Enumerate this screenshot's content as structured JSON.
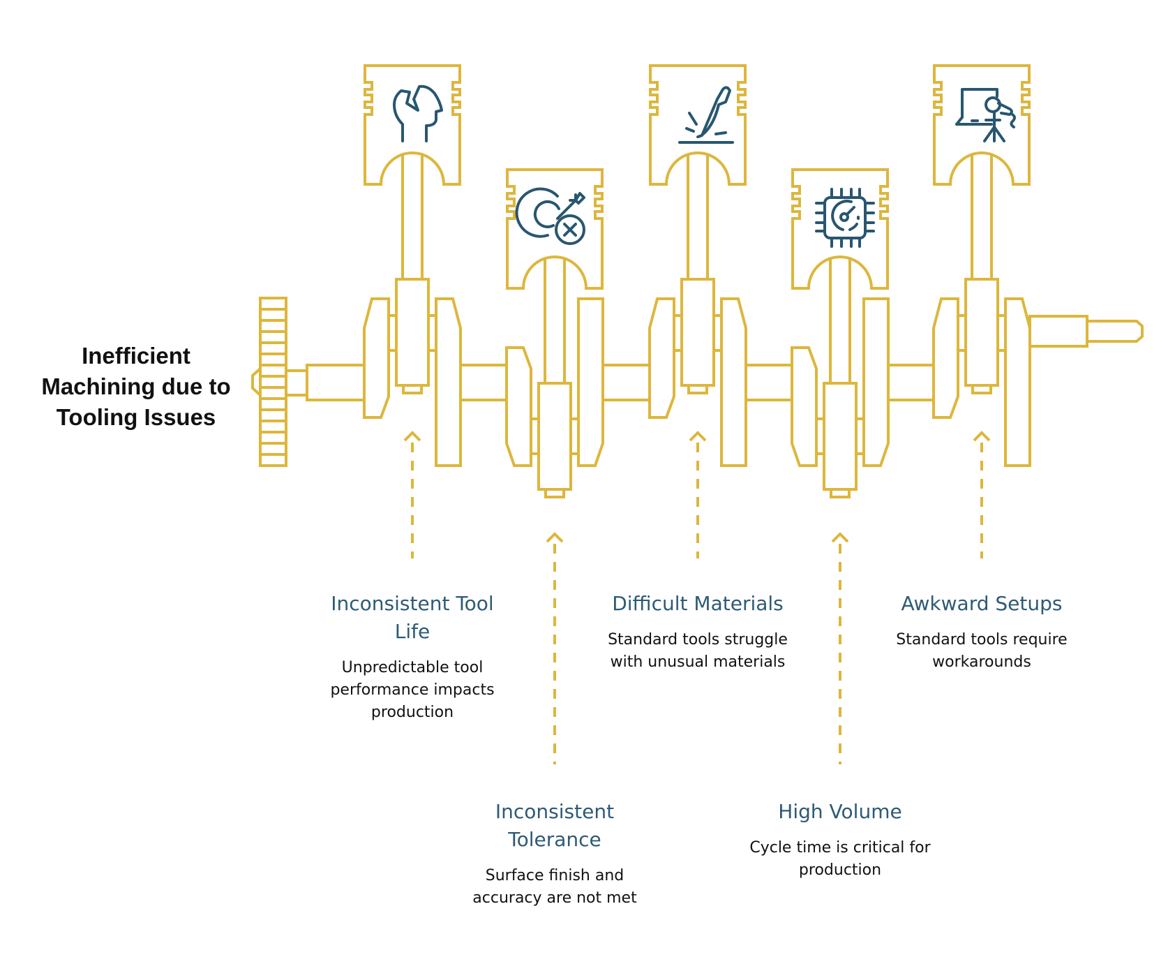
{
  "title": "Inefficient Machining due to Tooling Issues",
  "title_lines": [
    "Inefficient",
    "Machining due to",
    "Tooling Issues"
  ],
  "colors": {
    "accent": "#DDB63C",
    "icon": "#285670",
    "heading": "#2E5A75",
    "text": "#111111"
  },
  "items": [
    {
      "title": "Inconsistent Tool Life",
      "description": "Unpredictable tool performance impacts production",
      "icon": "broken-mind-icon",
      "row": "top"
    },
    {
      "title": "Inconsistent Tolerance",
      "description": "Surface finish and accuracy are not met",
      "icon": "missed-target-icon",
      "row": "bottom"
    },
    {
      "title": "Difficult Materials",
      "description": "Standard tools struggle with unusual materials",
      "icon": "cutting-knife-icon",
      "row": "top"
    },
    {
      "title": "High Volume",
      "description": "Cycle time is critical for production",
      "icon": "cpu-speed-icon",
      "row": "bottom"
    },
    {
      "title": "Awkward Setups",
      "description": "Standard tools require workarounds",
      "icon": "presentation-speaker-icon",
      "row": "top"
    }
  ]
}
